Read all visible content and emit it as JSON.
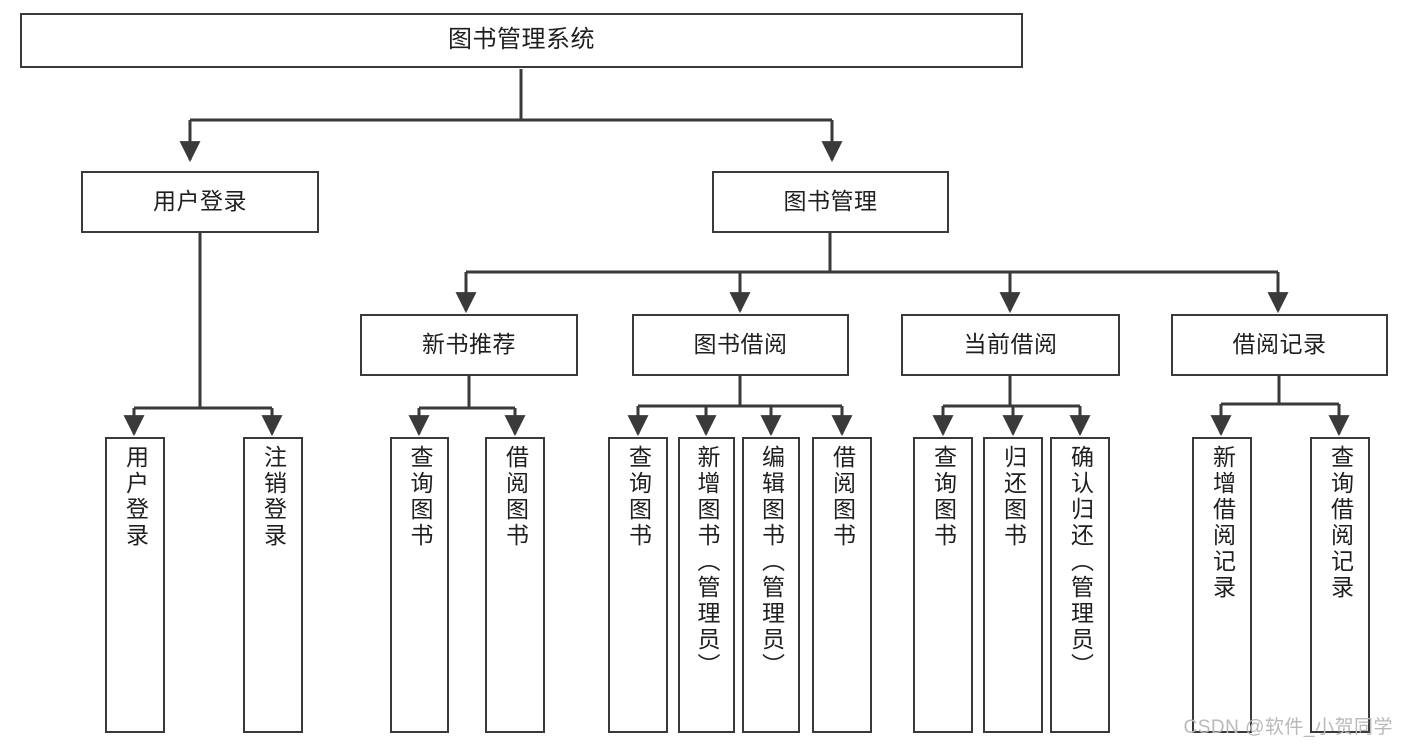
{
  "diagram": {
    "title": "图书管理系统",
    "type": "tree-structure-chart",
    "line_color": "#3a3a3a",
    "box_fill": "#ffffff",
    "text_color": "#1f1f1f"
  },
  "nodes": {
    "root": {
      "label": "图书管理系统"
    },
    "level2": [
      {
        "label": "用户登录"
      },
      {
        "label": "图书管理"
      }
    ],
    "level3": [
      {
        "label": "新书推荐"
      },
      {
        "label": "图书借阅"
      },
      {
        "label": "当前借阅"
      },
      {
        "label": "借阅记录"
      }
    ],
    "leaves": {
      "user_login": [
        {
          "label": "用户登录"
        },
        {
          "label": "注销登录"
        }
      ],
      "new_book": [
        {
          "label": "查询图书"
        },
        {
          "label": "借阅图书"
        }
      ],
      "book_borrow": [
        {
          "label": "查询图书"
        },
        {
          "label": "新增图书（管理员）"
        },
        {
          "label": "编辑图书（管理员）"
        },
        {
          "label": "借阅图书"
        }
      ],
      "current_borrow": [
        {
          "label": "查询图书"
        },
        {
          "label": "归还图书"
        },
        {
          "label": "确认归还（管理员）"
        }
      ],
      "borrow_record": [
        {
          "label": "新增借阅记录"
        },
        {
          "label": "查询借阅记录"
        }
      ]
    }
  },
  "watermark": {
    "text": "CSDN @软件_小贺同学"
  }
}
